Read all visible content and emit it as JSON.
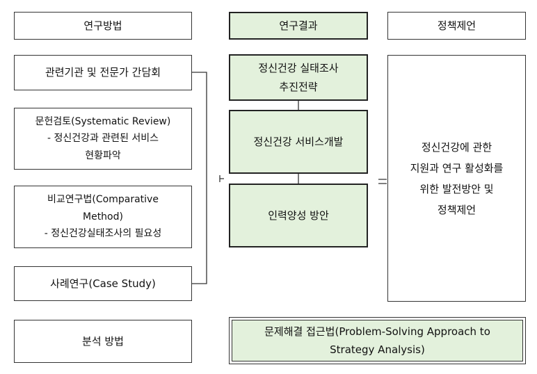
{
  "headers": {
    "methods": "연구방법",
    "results": "연구결과",
    "policy": "정책제언"
  },
  "methods": {
    "item1": "관련기관 및 전문가 간담회",
    "item2": "문헌검토(Systematic Review)\n- 정신건강과 관련된 서비스\n현황파악",
    "item3": "비교연구법(Comparative\nMethod)\n- 정신건강실태조사의 필요성",
    "item4": "사례연구(Case Study)"
  },
  "results": {
    "item1": "정신건강 실태조사\n추진전략",
    "item2": "정신건강 서비스개발",
    "item3": "인력양성 방안"
  },
  "policy": {
    "text": "정신건강에 관한\n지원과 연구 활성화를\n위한 발전방안 및\n정책제언"
  },
  "analysis": {
    "label": "분석 방법",
    "text": "문제해결 접근법(Problem-Solving Approach to\nStrategy Analysis)"
  },
  "colors": {
    "green_fill": "#e3f1dc",
    "border": "#333333"
  }
}
